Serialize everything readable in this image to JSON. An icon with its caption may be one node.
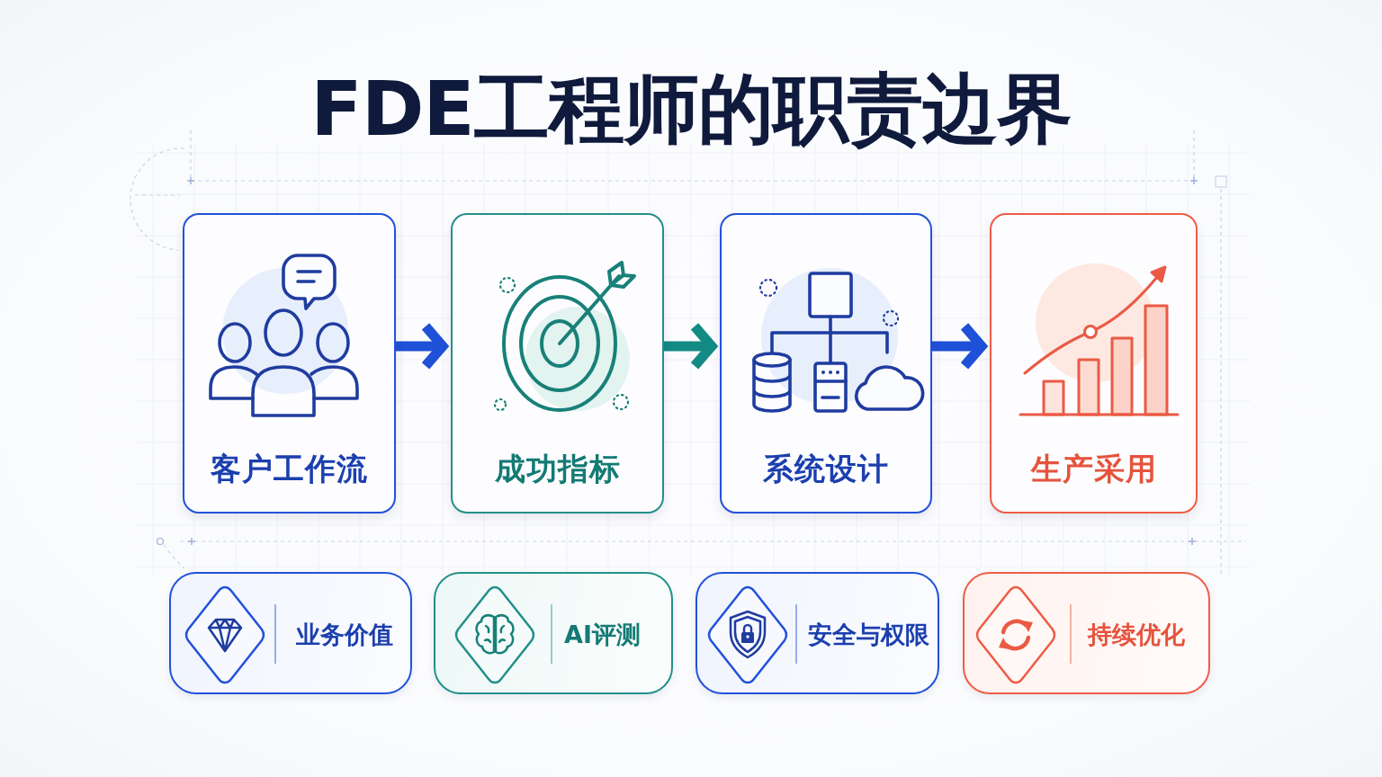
{
  "diagram": {
    "title": "FDE工程师的职责边界",
    "nodes": [
      {
        "text": [
          "客户工作流"
        ]
      },
      {
        "text": [
          "成功指标"
        ]
      },
      {
        "text": [
          "系统设计"
        ]
      },
      {
        "text": [
          "生产采用"
        ]
      },
      {
        "text": [
          "业务价值"
        ]
      },
      {
        "text": [
          "AI评测"
        ]
      },
      {
        "text": [
          "安全与权限"
        ]
      },
      {
        "text": [
          "持续优化"
        ]
      }
    ],
    "edges": [
      {
        "from": 0,
        "to": 1,
        "arrow": "to"
      },
      {
        "from": 1,
        "to": 2,
        "arrow": "to",
        "color": "#138a84"
      },
      {
        "from": 2,
        "to": 3,
        "arrow": "to"
      }
    ]
  }
}
